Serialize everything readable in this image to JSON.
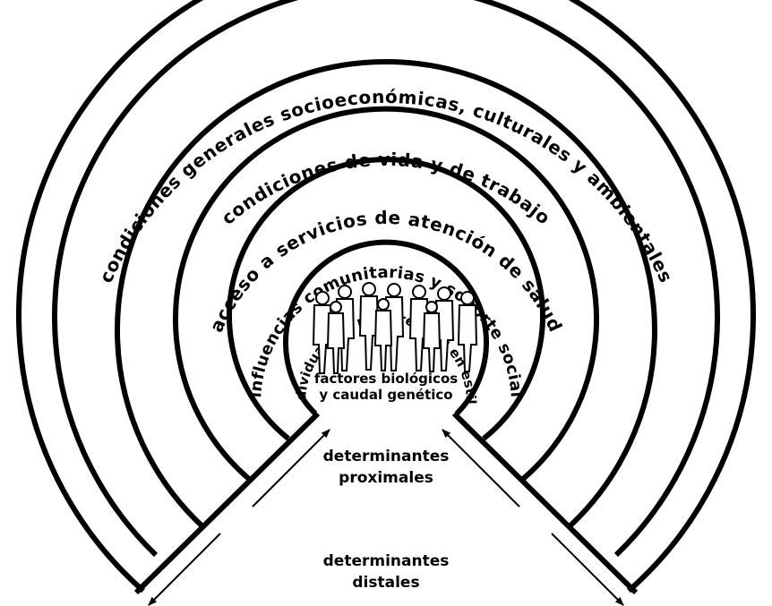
{
  "bands": [
    {
      "id": "band-1",
      "label": "condiciones generales socioeconómicas, culturales y ambientales"
    },
    {
      "id": "band-2",
      "label": "condiciones de vida y de trabajo"
    },
    {
      "id": "band-3",
      "label": "acceso a servicios de atención de salud"
    },
    {
      "id": "band-4",
      "label": "influencias comunitarias y soporte social"
    },
    {
      "id": "band-5",
      "label": "factores individuales y preferencias en estilos de vida"
    }
  ],
  "center": {
    "line1": "factores biológicos",
    "line2": "y caudal genético",
    "icon": "people-group-icon"
  },
  "proximal": {
    "line1": "determinantes",
    "line2": "proximales"
  },
  "distal": {
    "line1": "determinantes",
    "line2": "distales"
  },
  "colors": {
    "stroke": "#000000",
    "background": "#ffffff"
  }
}
